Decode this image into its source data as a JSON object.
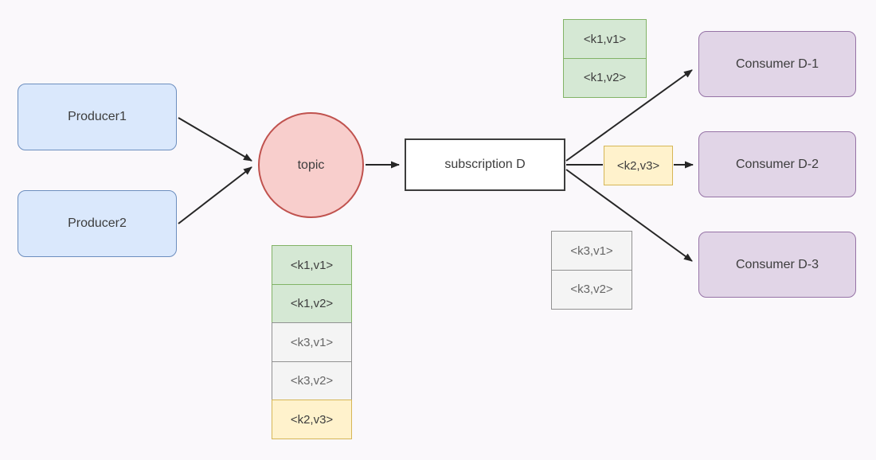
{
  "diagram": {
    "nodes": {
      "producers": [
        {
          "label": "Producer1"
        },
        {
          "label": "Producer2"
        }
      ],
      "topic": {
        "label": "topic"
      },
      "subscription": {
        "label": "subscription D"
      },
      "consumers": [
        {
          "label": "Consumer D-1"
        },
        {
          "label": "Consumer D-2"
        },
        {
          "label": "Consumer D-3"
        }
      ]
    },
    "messages": {
      "topic_queue": [
        {
          "text": "<k1,v1>",
          "color": "green"
        },
        {
          "text": "<k1,v2>",
          "color": "green"
        },
        {
          "text": "<k3,v1>",
          "color": "gray"
        },
        {
          "text": "<k3,v2>",
          "color": "gray"
        },
        {
          "text": "<k2,v3>",
          "color": "yellow"
        }
      ],
      "to_consumer_1": [
        {
          "text": "<k1,v1>",
          "color": "green"
        },
        {
          "text": "<k1,v2>",
          "color": "green"
        }
      ],
      "to_consumer_2": [
        {
          "text": "<k2,v3>",
          "color": "yellow"
        }
      ],
      "to_consumer_3": [
        {
          "text": "<k3,v1>",
          "color": "gray"
        },
        {
          "text": "<k3,v2>",
          "color": "gray"
        }
      ]
    },
    "colors": {
      "bg": "#faf8fb",
      "text": "#3d3d3d",
      "line": "#262626",
      "box_stroke": "#3d3d3d",
      "blue_fill": "#dae8fc",
      "blue_stroke": "#6c8ebf",
      "red_fill": "#f8cecc",
      "red_stroke": "#c0524e",
      "green_fill": "#d5e8d4",
      "green_stroke": "#82b366",
      "yellow_fill": "#fff2cc",
      "yellow_stroke": "#d6b656",
      "gray_fill": "#f4f4f4",
      "gray_stroke": "#919191",
      "purple_fill": "#e1d5e7",
      "purple_stroke": "#9673a6"
    }
  }
}
